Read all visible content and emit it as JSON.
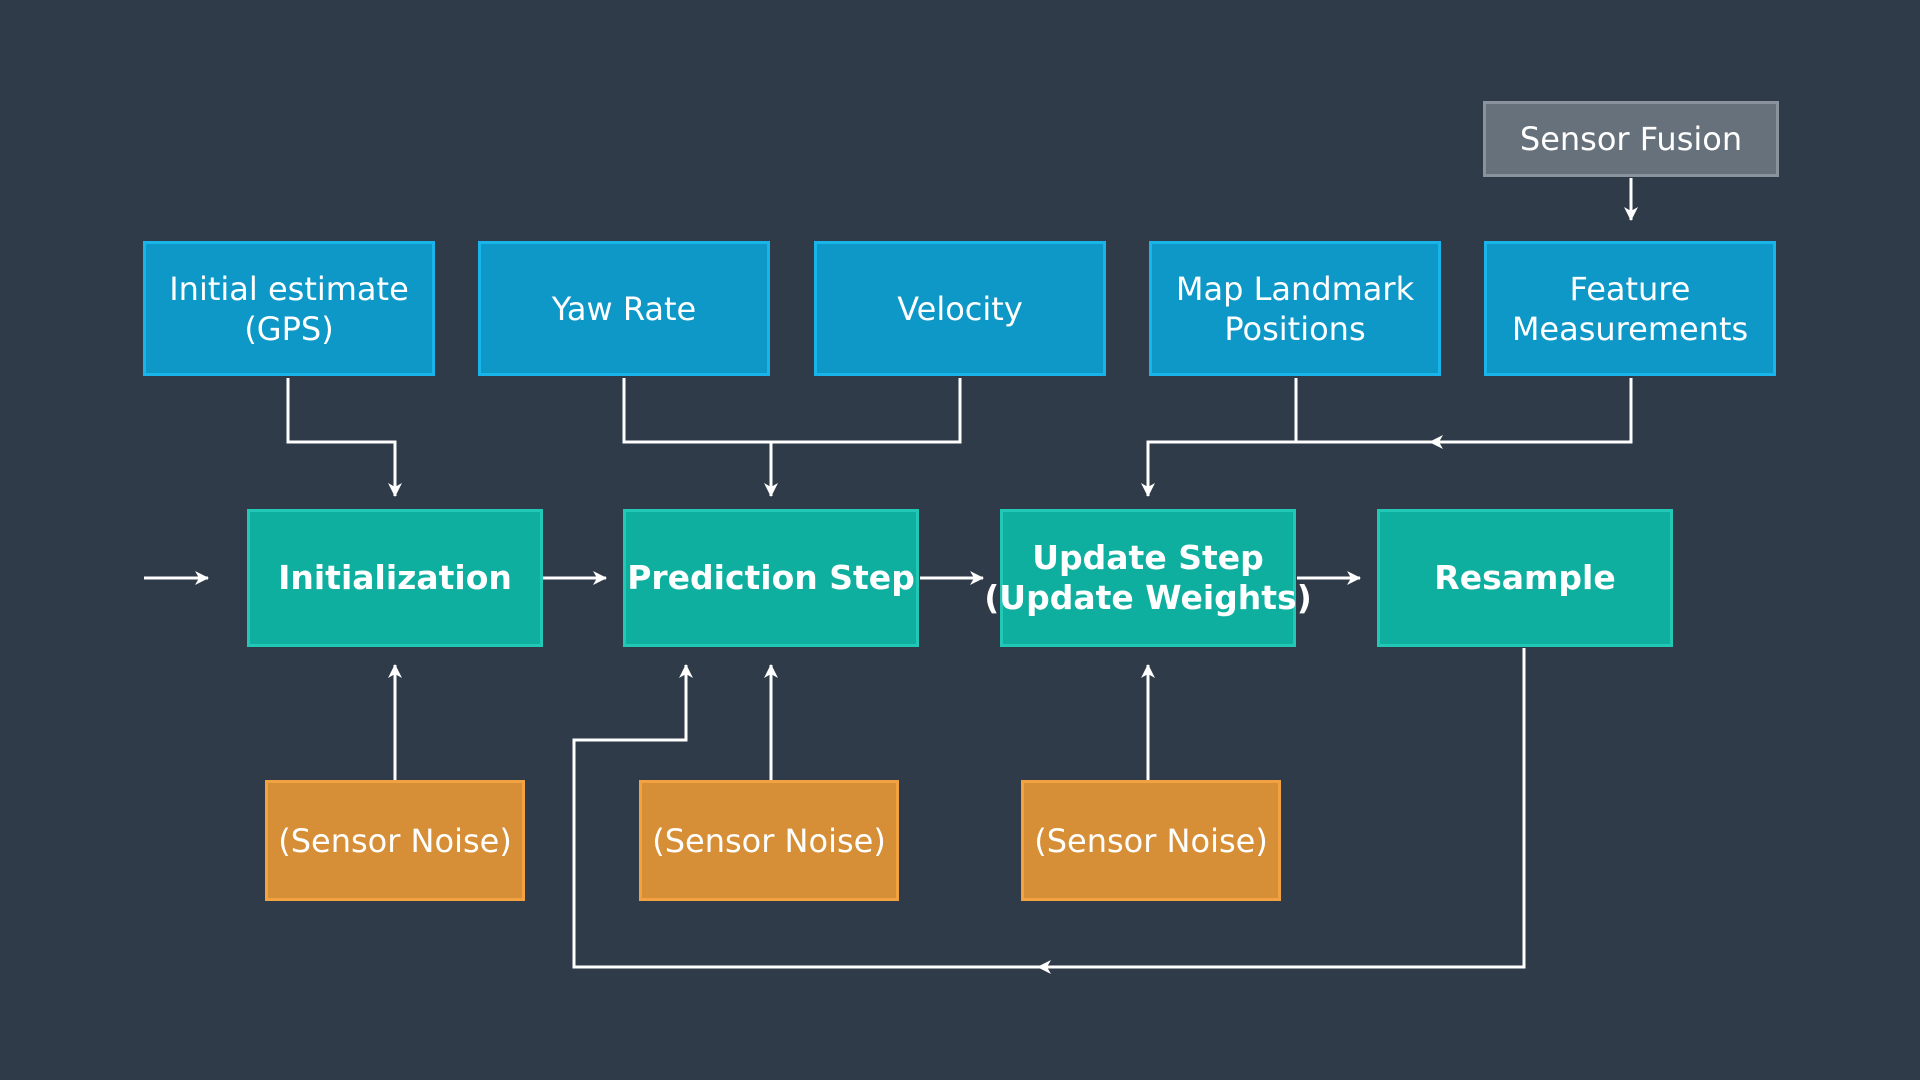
{
  "diagram": {
    "sensor_fusion": "Sensor Fusion",
    "inputs": {
      "initial_estimate": [
        "Initial estimate",
        "(GPS)"
      ],
      "yaw_rate": "Yaw Rate",
      "velocity": "Velocity",
      "map_landmarks": [
        "Map Landmark",
        "Positions"
      ],
      "feature_measurements": [
        "Feature",
        "Measurements"
      ]
    },
    "steps": {
      "initialization": "Initialization",
      "prediction": "Prediction Step",
      "update": [
        "Update Step",
        "(Update Weights)"
      ],
      "resample": "Resample"
    },
    "noise": {
      "initialization": "(Sensor Noise)",
      "prediction": "(Sensor Noise)",
      "update": "(Sensor Noise)"
    }
  },
  "colors": {
    "background": "#2f3b49",
    "input_box": "#0e98c8",
    "process_box": "#0fafa0",
    "noise_box": "#d68e37",
    "source_box": "#67717b",
    "connector": "#ffffff"
  }
}
